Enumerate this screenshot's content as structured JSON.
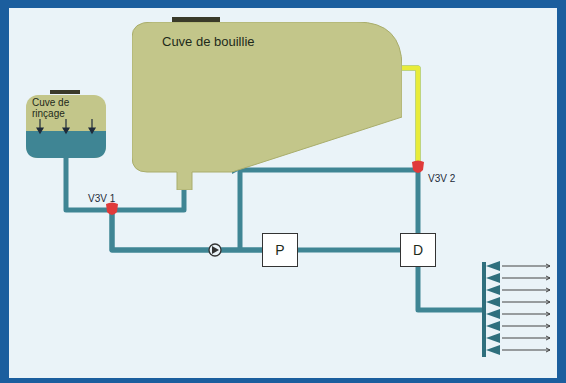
{
  "diagram": {
    "nodes": [
      {
        "text": [
          "Cuve de bouillie"
        ]
      },
      {
        "text": [
          "Cuve de rinçage"
        ]
      },
      {
        "text": [
          "P"
        ]
      },
      {
        "text": [
          "D"
        ]
      }
    ],
    "edges": [
      {
        "from": 1,
        "to": 2,
        "arrow": "none"
      },
      {
        "from": 0,
        "to": 2,
        "arrow": "none"
      },
      {
        "from": 2,
        "to": 3,
        "arrow": "none"
      },
      {
        "from": 3,
        "to": 0,
        "arrow": "none"
      }
    ],
    "labels": [
      "V3V 1",
      "V3V 2"
    ]
  }
}
